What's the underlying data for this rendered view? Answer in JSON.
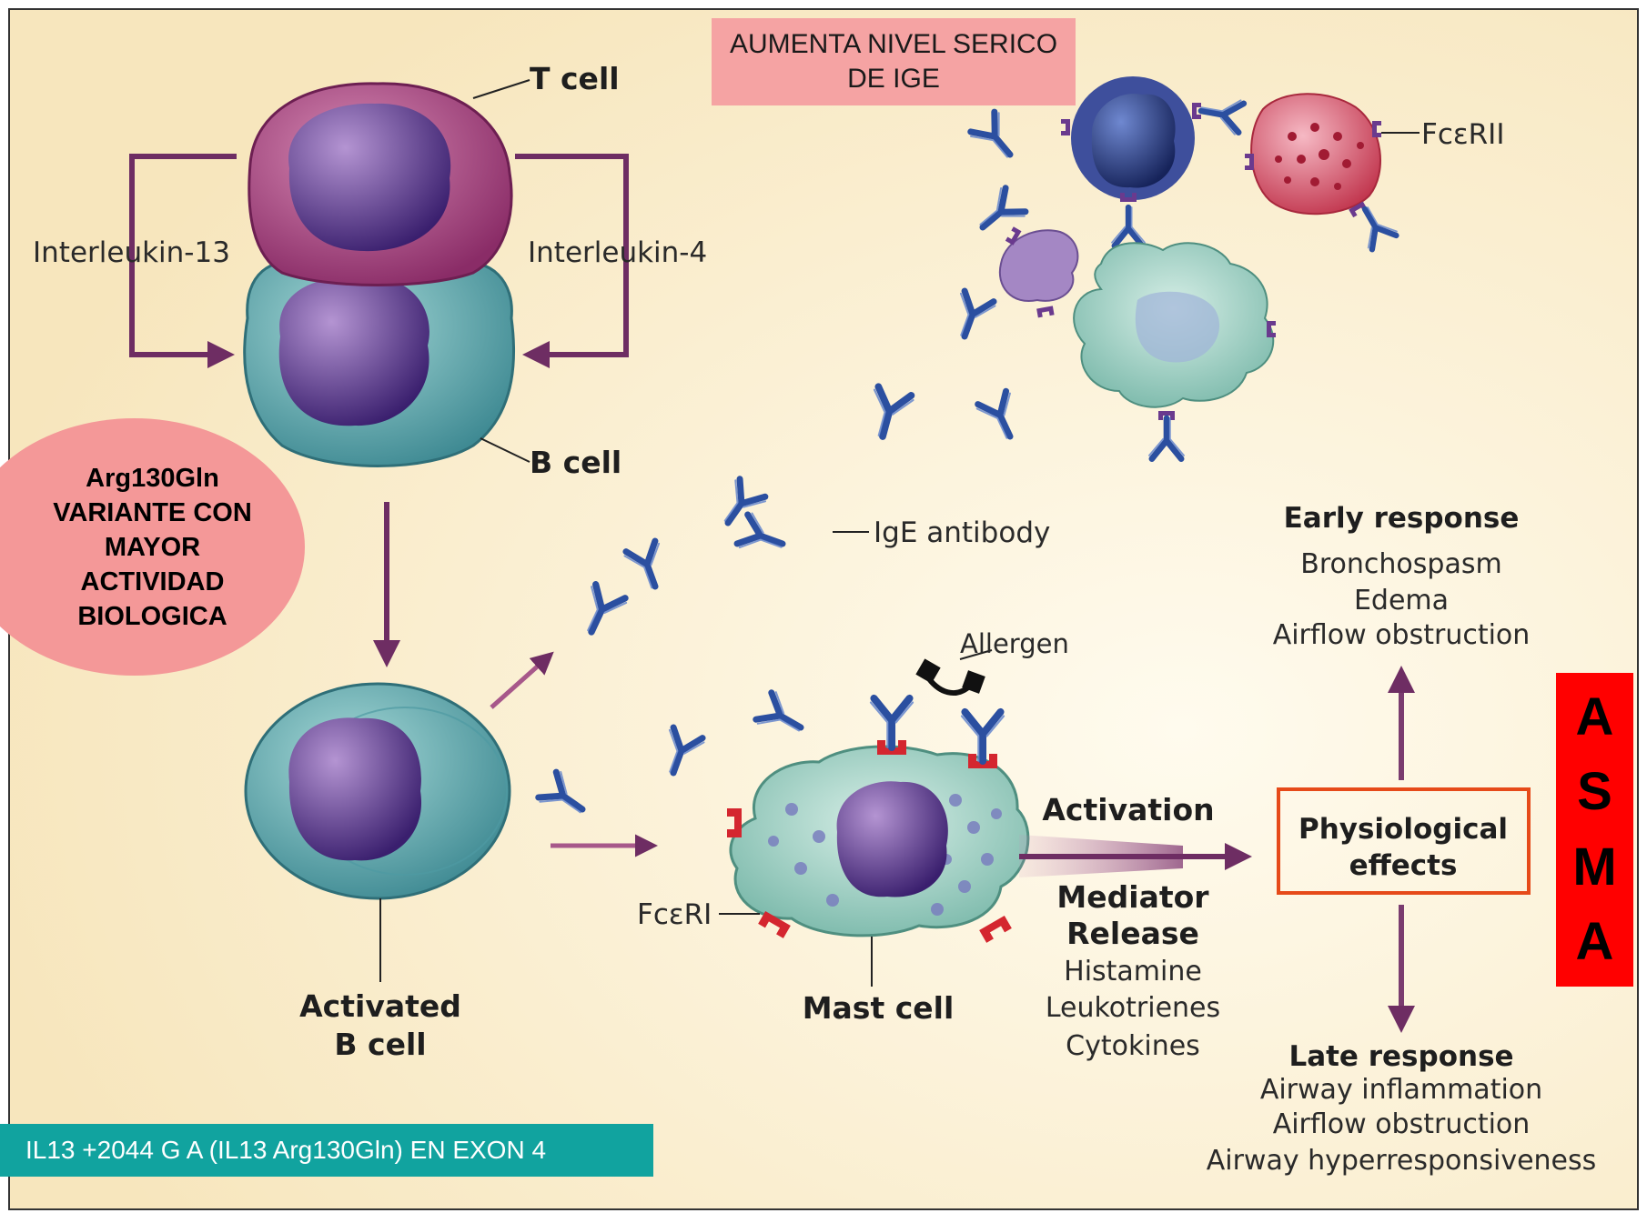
{
  "overlays": {
    "top_callout": "AUMENTA NIVEL SERICO\nDE IGE",
    "variant": "Arg130Gln\nVARIANTE CON\nMAYOR\nACTIVIDAD\nBIOLOGICA",
    "asma_letters": [
      "A",
      "S",
      "M",
      "A"
    ],
    "mutation": "IL13 +2044 G A (IL13 Arg130Gln) EN EXON 4"
  },
  "labels": {
    "t_cell": "T cell",
    "b_cell": "B cell",
    "interleukin_13": "Interleukin-13",
    "interleukin_4": "Interleukin-4",
    "ige_antibody": "IgE antibody",
    "fceri2": "FcεRII",
    "allergen": "Allergen",
    "fceri": "FcεRI",
    "activated_b_cell_1": "Activated",
    "activated_b_cell_2": "B cell",
    "mast_cell": "Mast cell",
    "activation": "Activation",
    "mediator_release_1": "Mediator",
    "mediator_release_2": "Release",
    "physiological_effects_1": "Physiological",
    "physiological_effects_2": "effects"
  },
  "mediators": [
    "Histamine",
    "Leukotrienes",
    "Cytokines"
  ],
  "early_response": {
    "title": "Early response",
    "items": [
      "Bronchospasm",
      "Edema",
      "Airflow obstruction"
    ]
  },
  "late_response": {
    "title": "Late response",
    "items": [
      "Airway inflammation",
      "Airflow obstruction",
      "Airway hyperresponsiveness"
    ]
  },
  "colors": {
    "background": "#fbf1d6",
    "arrow": "#6e2d63",
    "ige_antibody": "#2b4fa0",
    "receptor": "#d4262f",
    "callout_pink": "#f5a3a3",
    "asma_red": "#ff0000",
    "mutation_teal": "#11a39f",
    "effects_box_border": "#e64a19"
  },
  "icons": {
    "t_cell": "t-cell-icon",
    "b_cell": "b-cell-icon",
    "activated_b_cell": "activated-b-cell-icon",
    "mast_cell": "mast-cell-icon",
    "ige": "ige-antibody-icon",
    "allergen": "allergen-icon"
  }
}
